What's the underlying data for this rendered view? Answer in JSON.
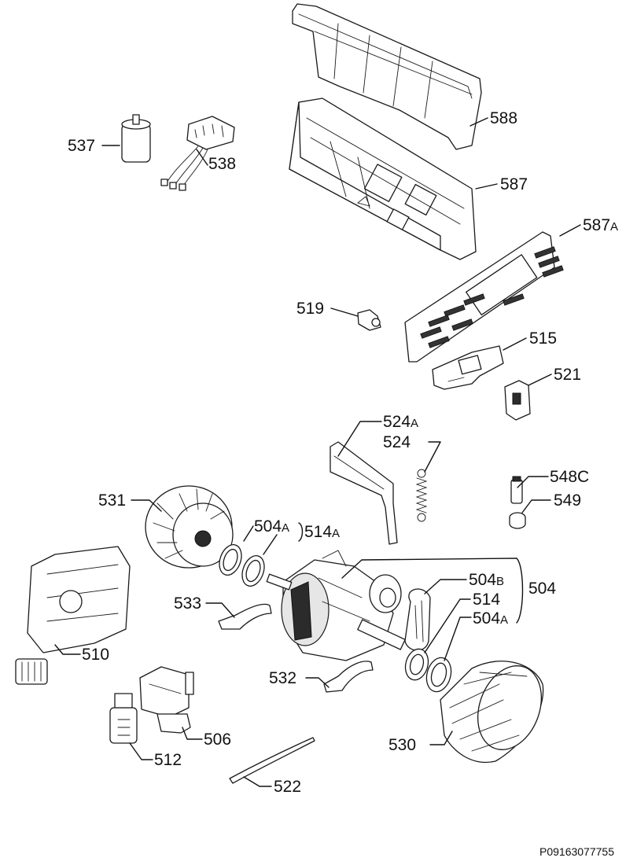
{
  "callouts": {
    "c537": "537",
    "c538": "538",
    "c588": "588",
    "c587": "587",
    "c587a": "587",
    "c587a_suffix": "A",
    "c519": "519",
    "c515": "515",
    "c521": "521",
    "c524a": "524",
    "c524a_suffix": "A",
    "c524": "524",
    "c548c": "548C",
    "c549": "549",
    "c531": "531",
    "c504a_top": "504",
    "c504a_top_suffix": "A",
    "c514a": "514",
    "c514a_suffix": "A",
    "c504b": "504",
    "c504b_suffix": "B",
    "c504": "504",
    "c514": "514",
    "c504a_bottom": "504",
    "c504a_bottom_suffix": "A",
    "c533": "533",
    "c510": "510",
    "c532": "532",
    "c506": "506",
    "c530": "530",
    "c512": "512",
    "c522": "522"
  },
  "diagram_code": "P09163077755"
}
